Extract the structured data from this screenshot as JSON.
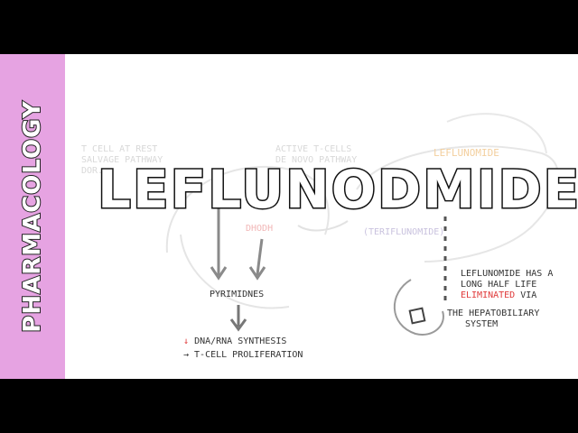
{
  "sidebar": {
    "label": "PHARMACOLOGY"
  },
  "title": "LEFLUNODMIDE",
  "diagram": {
    "tcell_rest": [
      "T CELL AT REST",
      "SALVAGE PATHWAY",
      "DOR..."
    ],
    "active_tcells": [
      "ACTIVE T-CELLS",
      "DE NOVO PATHWAY"
    ],
    "drug_label": "LEFLUNOMIDE",
    "metabolite_label": "(TERIFLUNOMIDE)",
    "dhodh_label": "DHODH",
    "pyrimidines": "PYRIMIDNES",
    "synthesis_arrow": "↓",
    "synthesis": "DNA/RNA SYNTHESIS",
    "proliferation": "→ T-CELL PROLIFERATION",
    "half_life_line1": "LEFLUNOMIDE HAS A",
    "half_life_line2": "LONG HALF LIFE",
    "eliminated": "ELIMINATED",
    "via": "VIA",
    "hepato_line1": "THE HEPATOBILIARY",
    "hepato_line2": "SYSTEM"
  },
  "colors": {
    "sidebar": "#e6a3e2",
    "accent_red": "#e03a3a",
    "accent_orange": "#f0a33c"
  }
}
